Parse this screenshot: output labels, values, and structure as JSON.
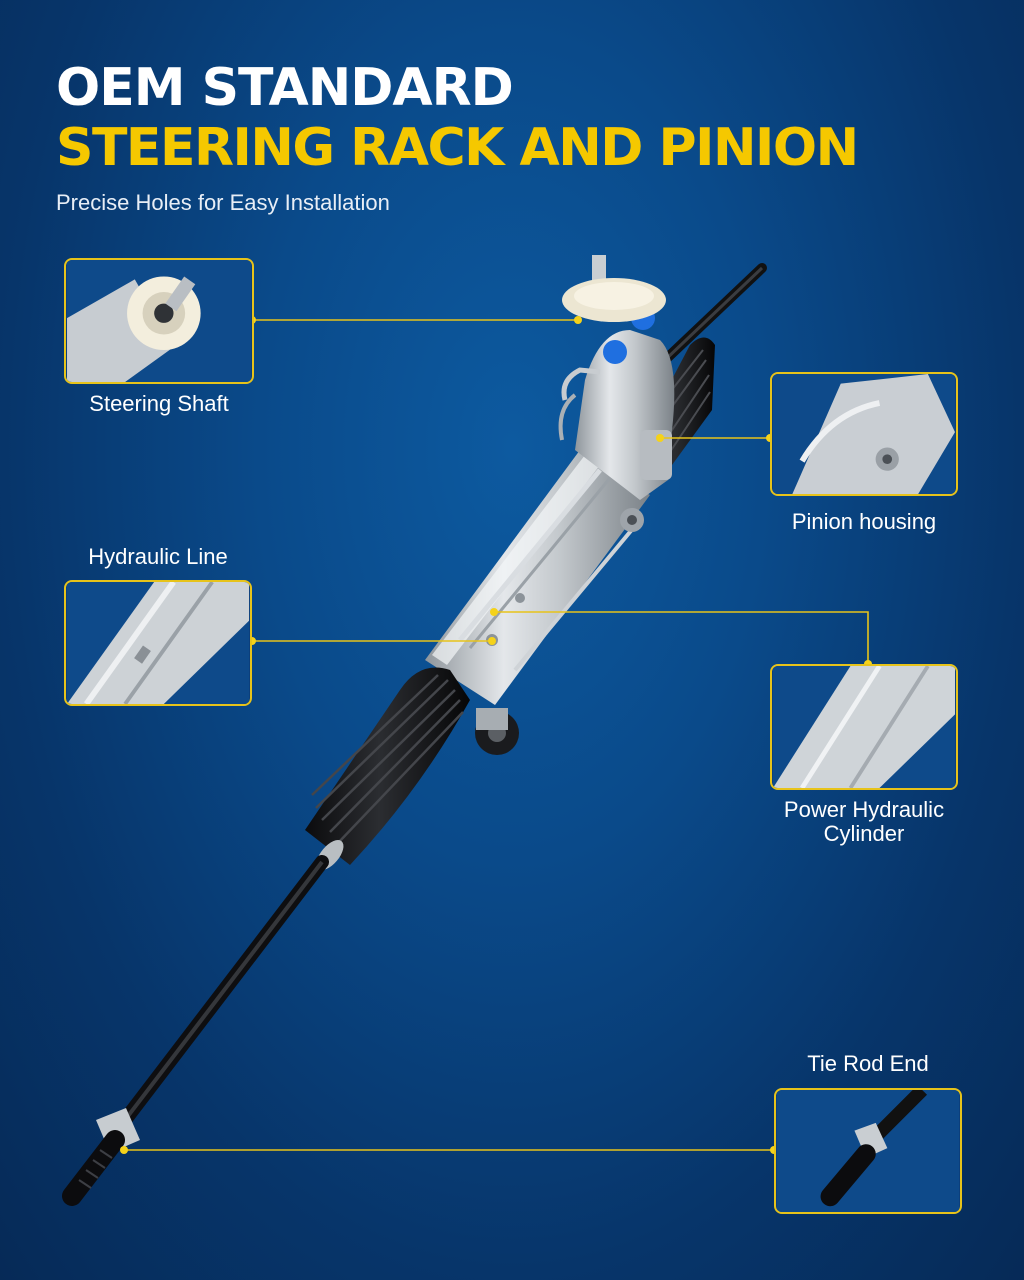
{
  "headline": {
    "line1": "OEM STANDARD",
    "line2": "STEERING RACK AND PINION",
    "subtitle": "Precise Holes for Easy Installation"
  },
  "callouts": {
    "steering_shaft": "Steering Shaft",
    "pinion_housing": "Pinion housing",
    "hydraulic_line": "Hydraulic Line",
    "power_cylinder_line1": "Power Hydraulic",
    "power_cylinder_line2": "Cylinder",
    "tie_rod_end": "Tie Rod End"
  },
  "colors": {
    "headline_white": "#ffffff",
    "headline_yellow": "#f5c800",
    "callout_line": "#e7c31a",
    "background": "#0a4a8a"
  }
}
